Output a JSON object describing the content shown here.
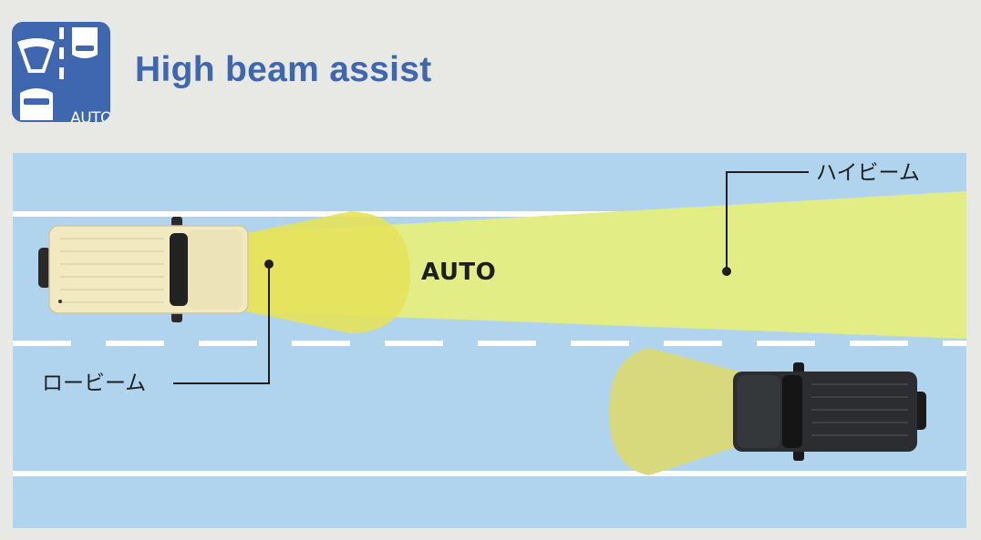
{
  "header": {
    "title": "High beam assist",
    "icon": {
      "name": "high-beam-assist-icon",
      "text": "AUTO",
      "color": "#3f67b0"
    }
  },
  "diagram": {
    "mode_label": "AUTO",
    "high_beam_label": "ハイビーム",
    "low_beam_label": "ロービーム",
    "colors": {
      "road": "#b1d4ee",
      "lane_marking": "#ffffff",
      "high_beam": "#e3ed86",
      "low_beam": "#e6e25a",
      "own_vehicle": "#f1e9c0",
      "oncoming_vehicle": "#2b2d30"
    }
  }
}
